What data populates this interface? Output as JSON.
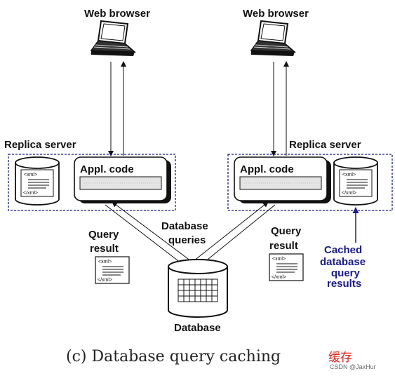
{
  "browsers": {
    "left_label": "Web browser",
    "right_label": "Web browser"
  },
  "replica": {
    "left_label": "Replica server",
    "right_label": "Replica server",
    "left_code": "Appl. code",
    "right_code": "Appl. code"
  },
  "xml": {
    "open_tag": "<xml>",
    "close_tag": "</xml>"
  },
  "labels": {
    "query_result_left_1": "Query",
    "query_result_left_2": "result",
    "query_result_right_1": "Query",
    "query_result_right_2": "result",
    "database_queries_1": "Database",
    "database_queries_2": "queries",
    "database": "Database",
    "cached_1": "Cached",
    "cached_2": "database",
    "cached_3": "query",
    "cached_4": "results"
  },
  "caption": {
    "text": "(c) Database query caching",
    "chinese": "缓存",
    "watermark": "CSDN @JaxHur"
  },
  "colors": {
    "dashed_box": "#1a1a8c",
    "cache_arrow": "#1a1a8c",
    "annotation_red": "#e0241b"
  },
  "icons": [
    "laptop-icon",
    "database-cylinder-icon",
    "xml-document-icon"
  ]
}
